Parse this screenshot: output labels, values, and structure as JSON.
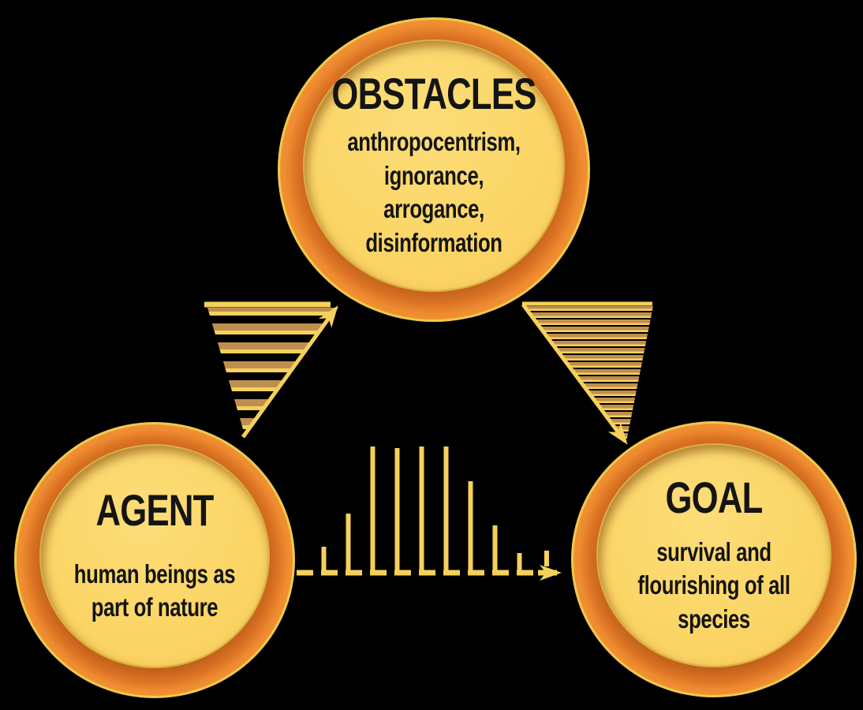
{
  "background_color": "#000000",
  "colors": {
    "ring_orange": "#ED832C",
    "ring_orange_dark": "#C2621C",
    "circle_fill": "#FBD666",
    "circle_outline": "#EFC94F",
    "text": "#141414",
    "arrow_yellow": "#F5D15C",
    "arrow_tan": "#BE8E4F",
    "background": "#000000"
  },
  "nodes": {
    "obstacles": {
      "title": "OBSTACLES",
      "description": "anthropocentrism,\nignorance,\narrogance,\ndisinformation"
    },
    "agent": {
      "title": "AGENT",
      "description": "human beings as\npart of nature"
    },
    "goal": {
      "title": "GOAL",
      "description": "survival and\nflourishing of all\nspecies"
    }
  },
  "arrows": {
    "agent_to_obstacles": {
      "from": "AGENT",
      "to": "OBSTACLES",
      "style": "striped inverted-triangle funnel with arrow line pointing up-right"
    },
    "obstacles_to_goal": {
      "from": "OBSTACLES",
      "to": "GOAL",
      "style": "finely striped inverted-triangle funnel with arrow line pointing down"
    },
    "agent_to_goal": {
      "from": "AGENT",
      "to": "GOAL",
      "style": "dashed baseline with rising-then-falling vertical bars, arrowhead pointing right"
    }
  }
}
